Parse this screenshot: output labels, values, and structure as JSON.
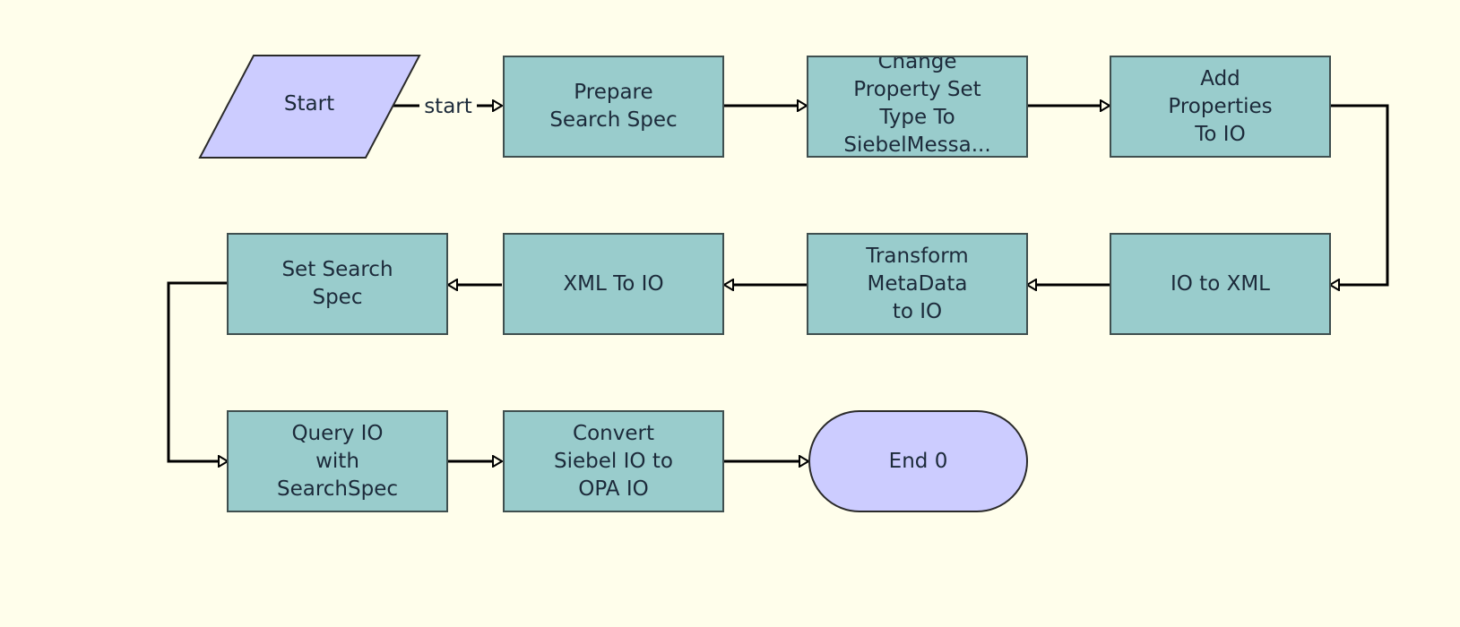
{
  "diagram": {
    "start": {
      "label": "Start"
    },
    "start_edge_label": "start",
    "steps": {
      "prepare_search_spec": "Prepare\nSearch Spec",
      "change_property_set": "Change\nProperty Set\nType To\nSiebelMessa...",
      "add_properties": "Add\nProperties\nTo IO",
      "io_to_xml": "IO to XML",
      "transform_metadata": "Transform\nMetaData\nto IO",
      "xml_to_io": "XML To IO",
      "set_search_spec": "Set Search\nSpec",
      "query_io": "Query IO\nwith\nSearchSpec",
      "convert_siebel_io": "Convert\nSiebel IO to\nOPA IO"
    },
    "end": {
      "label": "End 0"
    }
  },
  "colors": {
    "background": "#fffeeb",
    "task_fill": "#99cccc",
    "terminal_fill": "#ccccff",
    "connector": "#000000"
  }
}
